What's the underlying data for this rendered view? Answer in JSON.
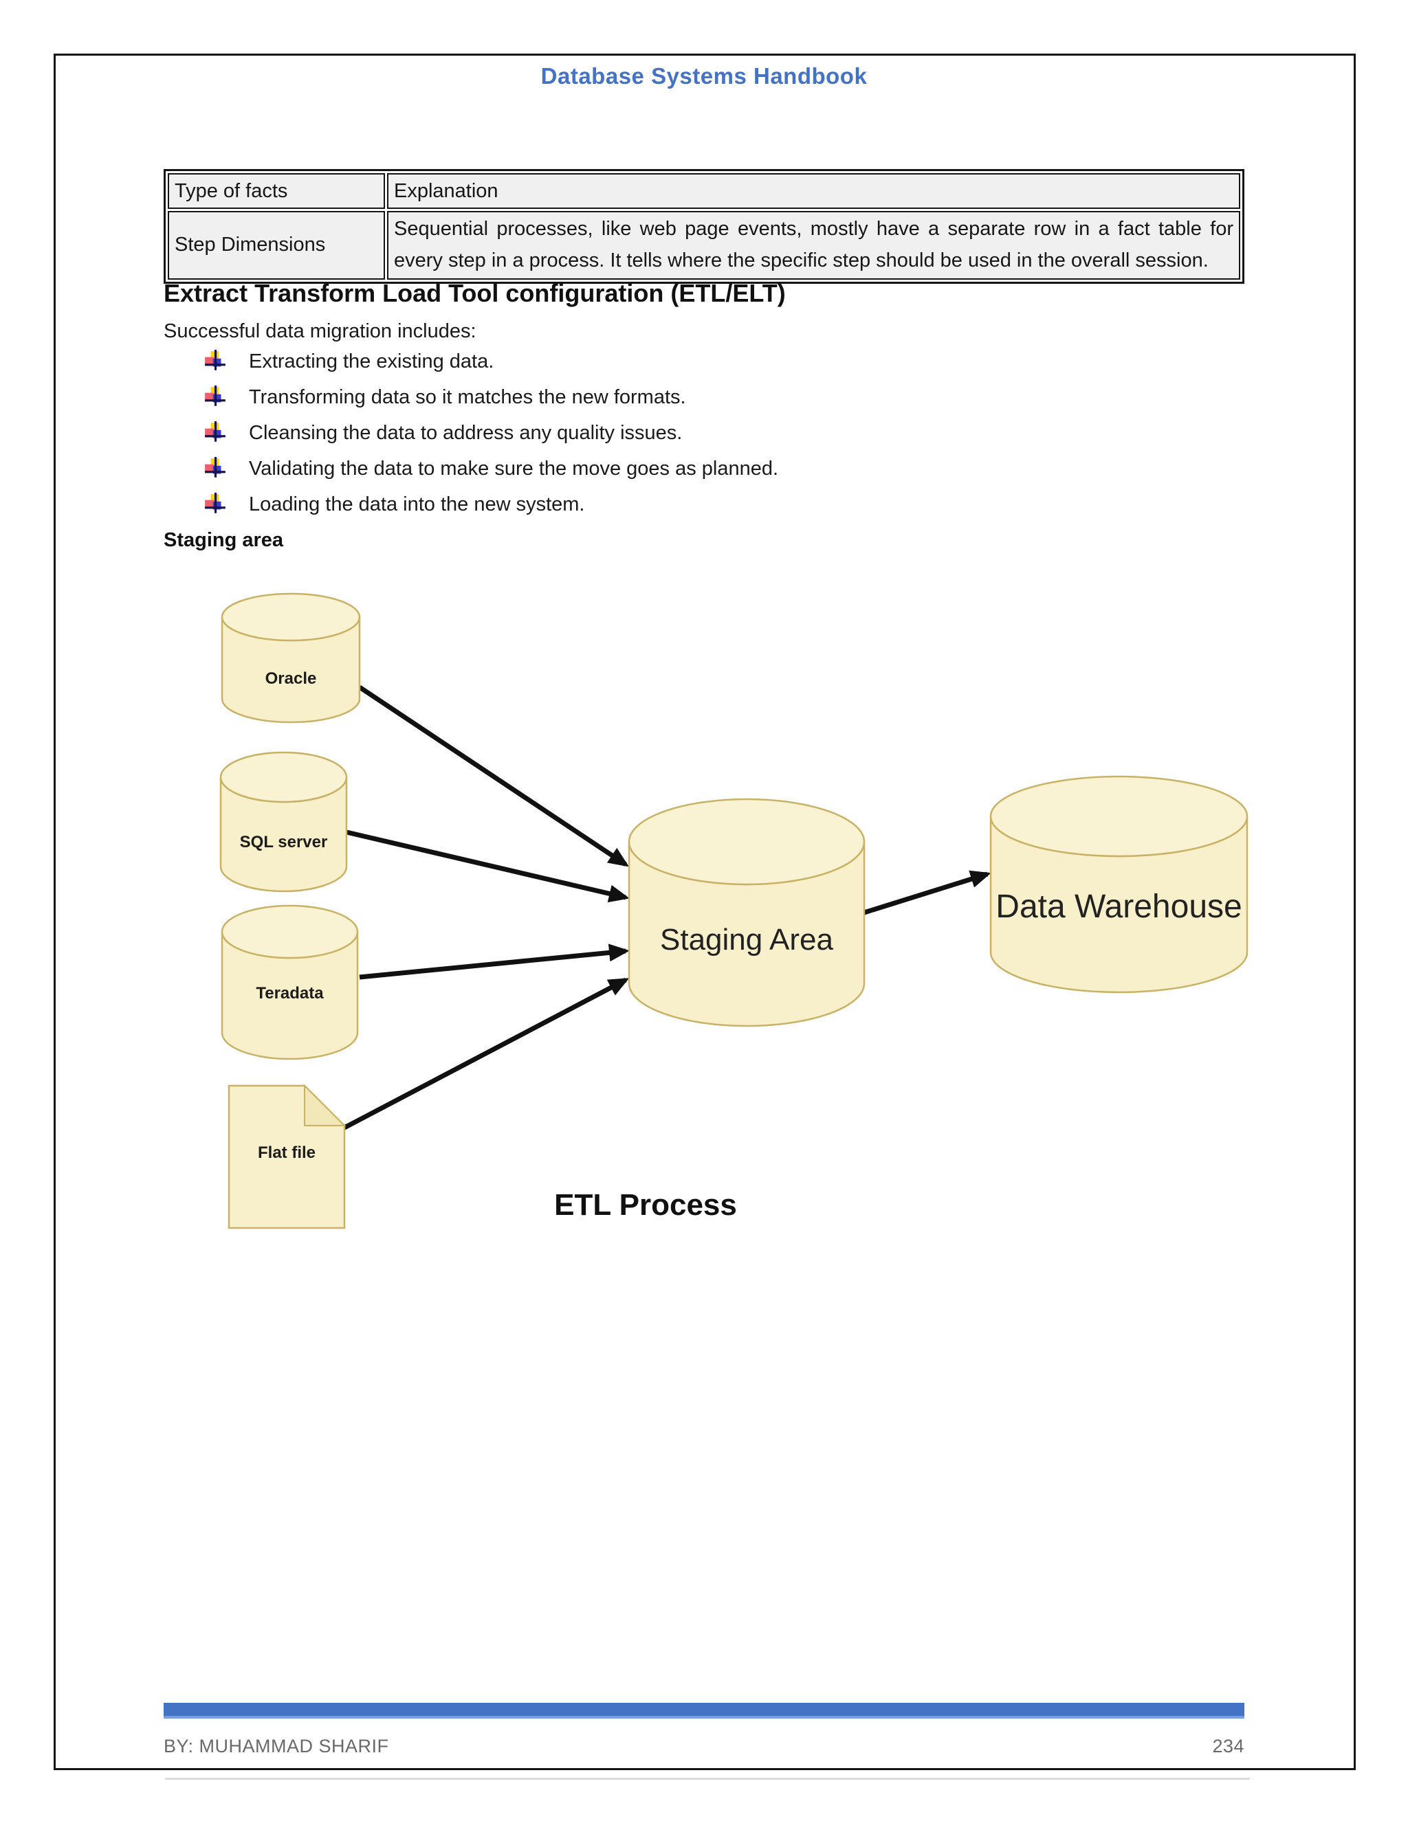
{
  "page": {
    "header_title": "Database Systems Handbook"
  },
  "table": {
    "headers": [
      "Type of facts",
      "Explanation"
    ],
    "rows": [
      {
        "type": "Step Dimensions",
        "explanation": "Sequential processes, like web page events, mostly have a separate row in a fact table for every step in a process. It tells where the specific step should be used in the overall session."
      }
    ]
  },
  "section": {
    "heading": "Extract Transform Load Tool configuration (ETL/ELT)",
    "intro": "Successful data migration includes:",
    "bullets": [
      "Extracting the existing data.",
      "Transforming data so it matches the new formats.",
      "Cleansing the data to address any quality issues.",
      "Validating the data to make sure the move goes as planned.",
      "Loading the data into the new system."
    ],
    "subheading": "Staging area"
  },
  "diagram": {
    "caption": "ETL Process",
    "source_nodes": [
      "Oracle",
      "SQL server",
      "Teradata",
      "Flat file"
    ],
    "staging_label": "Staging Area",
    "warehouse_label": "Data Warehouse",
    "node_fill": "#F8F0CA",
    "node_stroke": "#C9B266",
    "arrow_color": "#111111"
  },
  "footer": {
    "author": "BY: MUHAMMAD SHARIF",
    "page_number": "234",
    "bar_color": "#4472C4"
  }
}
